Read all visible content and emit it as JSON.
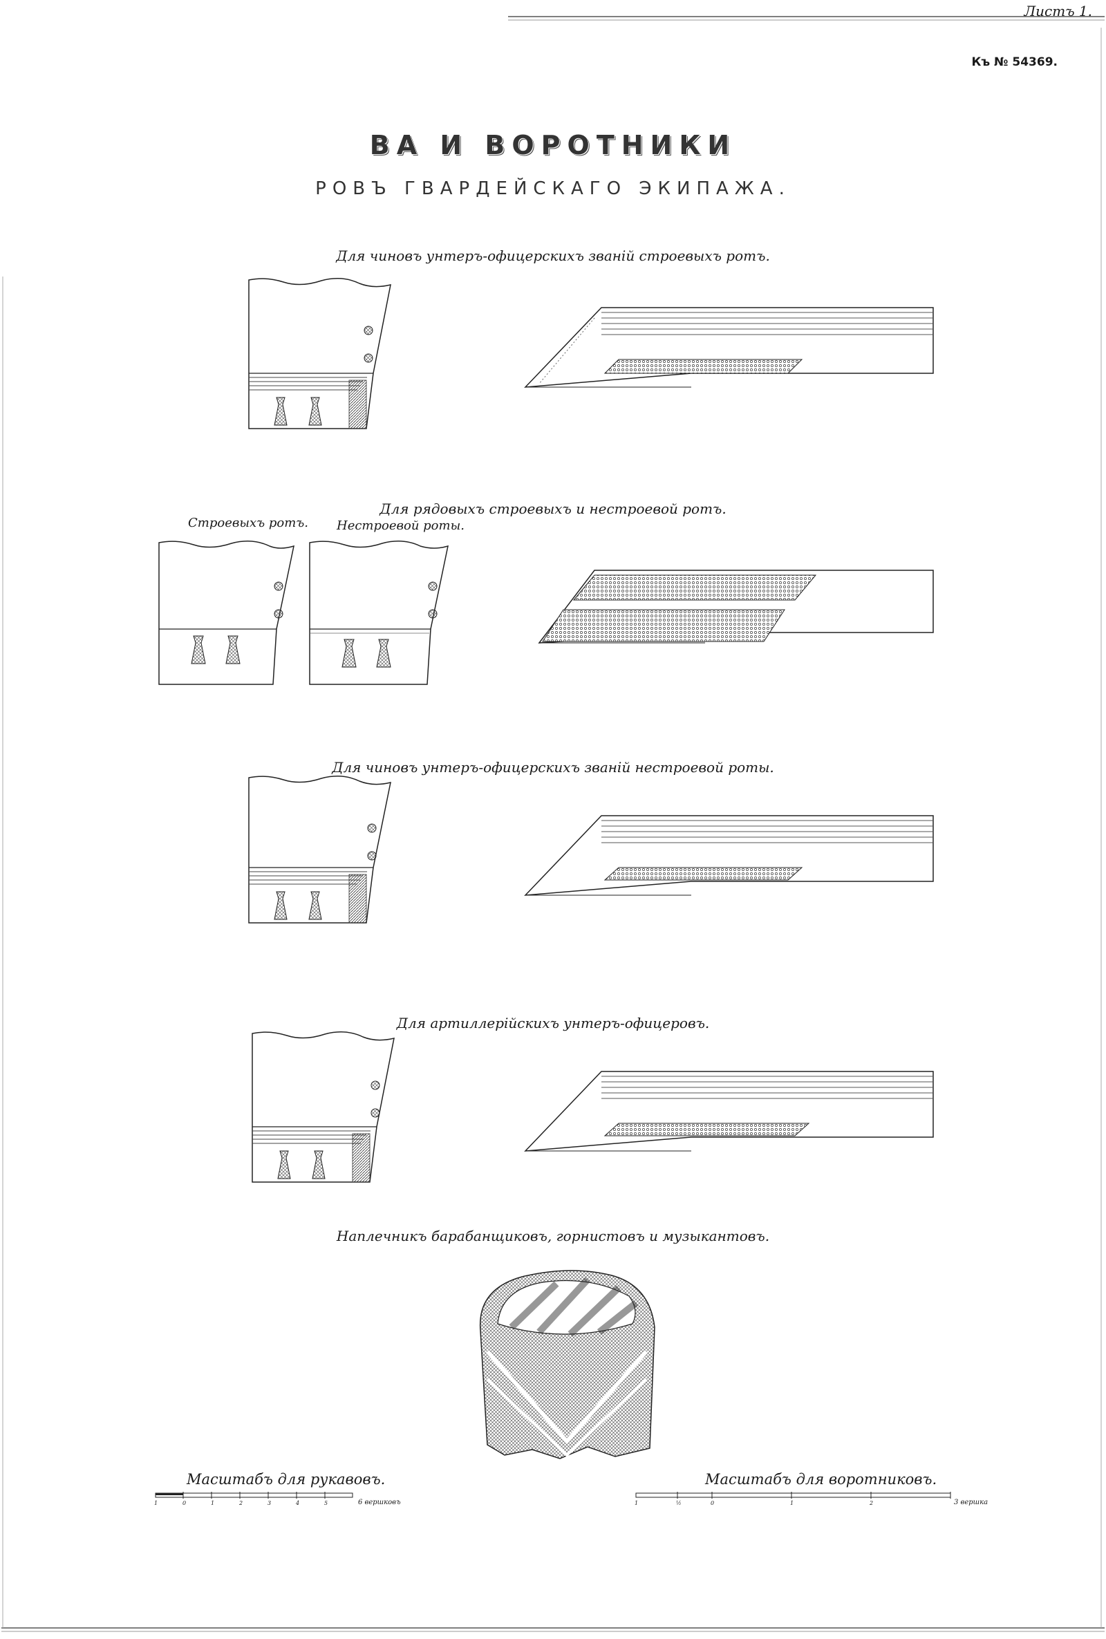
{
  "header": {
    "sheet_label": "Листъ 1.",
    "reference_number": "Къ № 54369."
  },
  "title": {
    "line1": "ВА И ВОРОТНИКИ",
    "line2": "РОВЪ ГВАРДЕЙСКАГО ЭКИПАЖА."
  },
  "sections": [
    {
      "caption": "Для чиновъ унтеръ-офицерскихъ званій строевыхъ ротъ."
    },
    {
      "caption": "Для рядовыхъ строевыхъ и нестроевой ротъ.",
      "sub_labels": [
        "Строевыхъ ротъ.",
        "Нестроевой роты."
      ]
    },
    {
      "caption": "Для чиновъ унтеръ-офицерскихъ званій нестроевой роты."
    },
    {
      "caption": "Для артиллерійскихъ унтеръ-офицеровъ."
    },
    {
      "caption": "Наплечникъ барабанщиковъ, горнистовъ и музыкантовъ."
    }
  ],
  "scales": {
    "sleeves": {
      "title": "Масштабъ для рукавовъ.",
      "unit_label": "6 вершковъ",
      "ticks": [
        "1",
        "0",
        "1",
        "2",
        "3",
        "4",
        "5"
      ]
    },
    "collars": {
      "title": "Масштабъ для воротниковъ.",
      "unit_label": "3 вершка",
      "ticks": [
        "1",
        "½",
        "0",
        "1",
        "2"
      ]
    }
  },
  "colors": {
    "ink": "#1a1a1a",
    "paper": "#ffffff"
  }
}
